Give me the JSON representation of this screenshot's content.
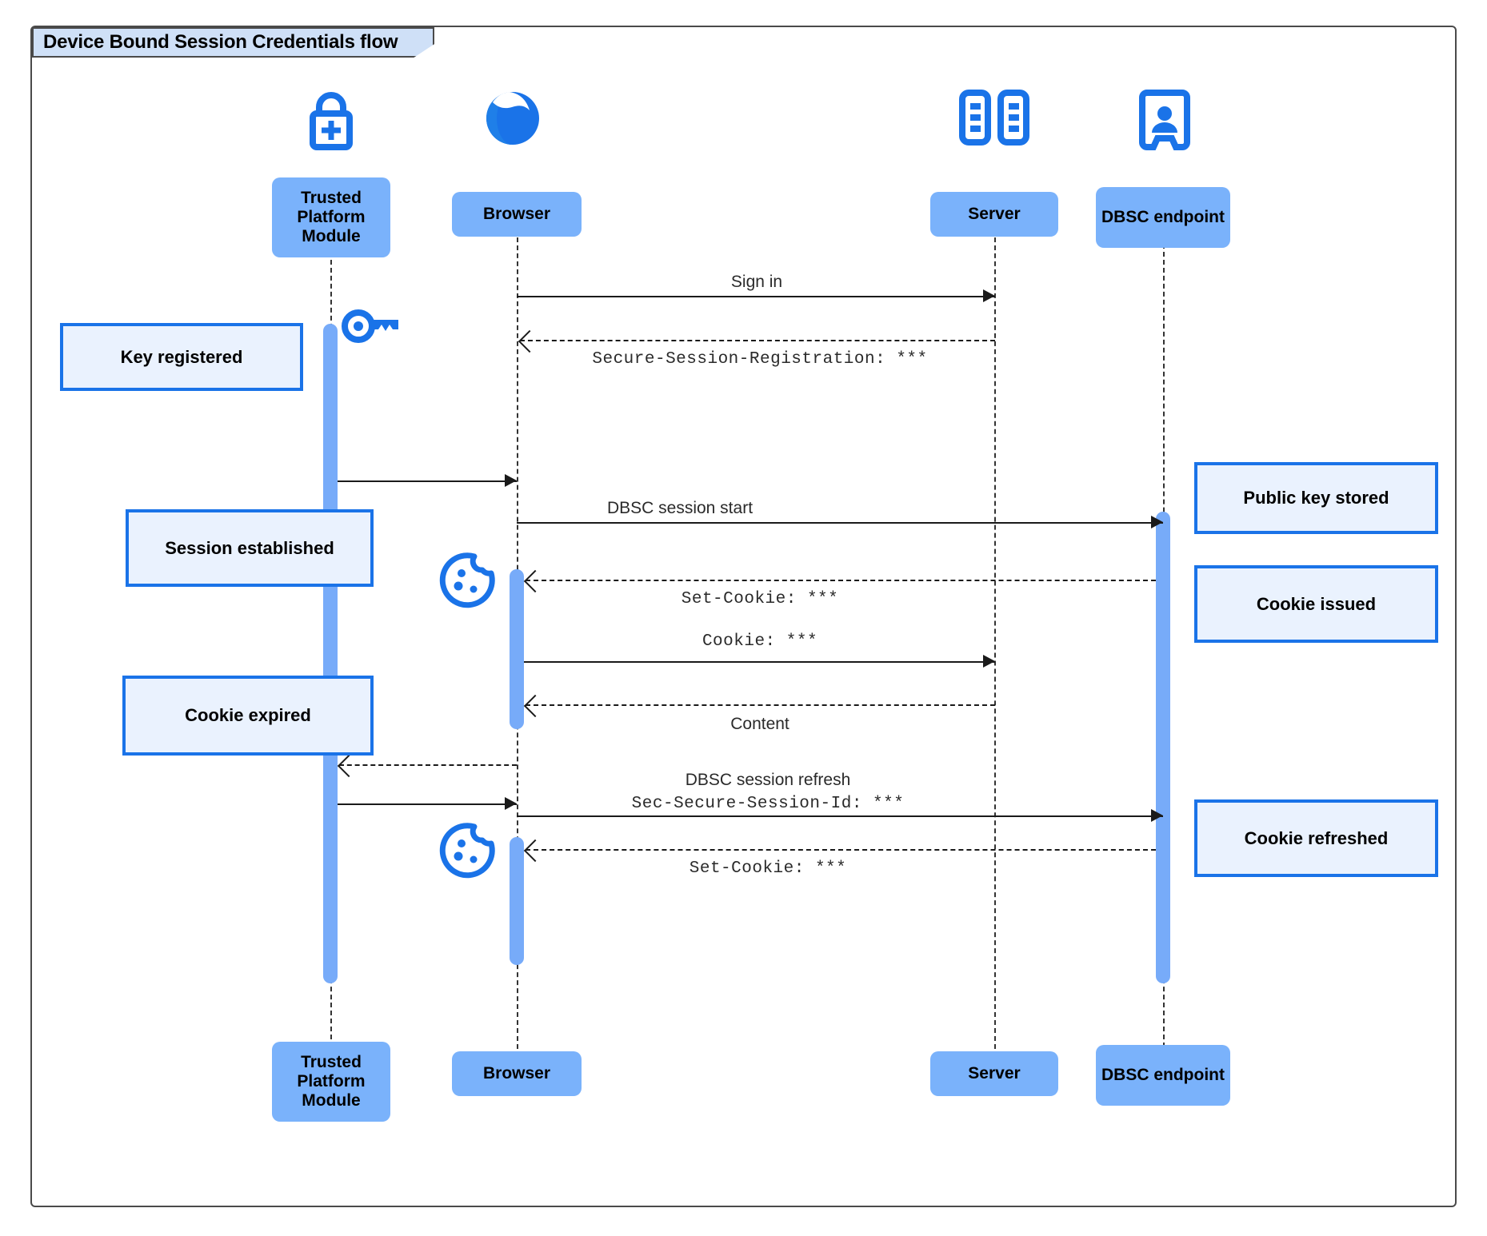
{
  "frame": {
    "title": "Device Bound Session Credentials flow"
  },
  "colors": {
    "participant_fill": "#7ab2fb",
    "note_fill": "#eaf2fe",
    "note_border": "#1a73e8",
    "activation_fill": "#77abf9",
    "icon_blue": "#1a73e8",
    "title_fill": "#cfe0f7",
    "line": "#1a1a1a"
  },
  "participants": [
    {
      "id": "tpm",
      "label": "Trusted Platform Module",
      "icon": "lock-plus-icon"
    },
    {
      "id": "browser",
      "label": "Browser",
      "icon": "globe-icon"
    },
    {
      "id": "server",
      "label": "Server",
      "icon": "server-rack-icon"
    },
    {
      "id": "dbsc",
      "label": "DBSC endpoint",
      "icon": "id-badge-icon"
    }
  ],
  "participants_bottom": [
    {
      "id": "tpm",
      "label": "Trusted Platform Module"
    },
    {
      "id": "browser",
      "label": "Browser"
    },
    {
      "id": "server",
      "label": "Server"
    },
    {
      "id": "dbsc",
      "label": "DBSC endpoint"
    }
  ],
  "messages": [
    {
      "id": "m1",
      "text": "Sign in",
      "style": "sans",
      "from": "browser",
      "to": "server",
      "line": "solid",
      "arrow": "right"
    },
    {
      "id": "m2",
      "text": "Secure-Session-Registration: ***",
      "style": "mono",
      "from": "server",
      "to": "browser",
      "line": "dashed",
      "arrow": "left"
    },
    {
      "id": "m3",
      "text": "",
      "style": "sans",
      "from": "tpm",
      "to": "browser",
      "line": "solid",
      "arrow": "right"
    },
    {
      "id": "m4",
      "text": "DBSC session start",
      "style": "sans",
      "from": "browser",
      "to": "dbsc",
      "line": "solid",
      "arrow": "right"
    },
    {
      "id": "m5",
      "text": "Set-Cookie: ***",
      "style": "mono",
      "from": "dbsc",
      "to": "browser",
      "line": "dashed",
      "arrow": "left"
    },
    {
      "id": "m6",
      "text": "Cookie: ***",
      "style": "mono",
      "from": "browser",
      "to": "server",
      "line": "solid",
      "arrow": "right"
    },
    {
      "id": "m7",
      "text": "Content",
      "style": "sans",
      "from": "server",
      "to": "browser",
      "line": "dashed",
      "arrow": "left"
    },
    {
      "id": "m8",
      "text": "",
      "style": "sans",
      "from": "browser",
      "to": "tpm",
      "line": "dashed",
      "arrow": "left"
    },
    {
      "id": "m9",
      "text": "DBSC session refresh",
      "text2": "Sec-Secure-Session-Id: ***",
      "style": "sans",
      "style2": "mono",
      "from": "browser",
      "to": "dbsc",
      "line": "solid",
      "arrow": "right"
    },
    {
      "id": "m10",
      "text": "",
      "style": "sans",
      "from": "tpm",
      "to": "browser",
      "line": "solid",
      "arrow": "right"
    },
    {
      "id": "m11",
      "text": "Set-Cookie: ***",
      "style": "mono",
      "from": "dbsc",
      "to": "browser",
      "line": "dashed",
      "arrow": "left"
    }
  ],
  "notes": [
    {
      "id": "n1",
      "text": "Key registered",
      "side": "left",
      "attached_to": "tpm"
    },
    {
      "id": "n2",
      "text": "Session established",
      "side": "left",
      "attached_to": "tpm"
    },
    {
      "id": "n3",
      "text": "Cookie expired",
      "side": "left",
      "attached_to": "tpm"
    },
    {
      "id": "n4",
      "text": "Public key stored",
      "side": "right",
      "attached_to": "dbsc"
    },
    {
      "id": "n5",
      "text": "Cookie issued",
      "side": "right",
      "attached_to": "dbsc"
    },
    {
      "id": "n6",
      "text": "Cookie refreshed",
      "side": "right",
      "attached_to": "dbsc"
    }
  ],
  "inline_icons": [
    {
      "id": "i1",
      "name": "key-icon",
      "near": "tpm"
    },
    {
      "id": "i2",
      "name": "cookie-icon",
      "near": "browser"
    },
    {
      "id": "i3",
      "name": "cookie-icon",
      "near": "browser"
    }
  ]
}
